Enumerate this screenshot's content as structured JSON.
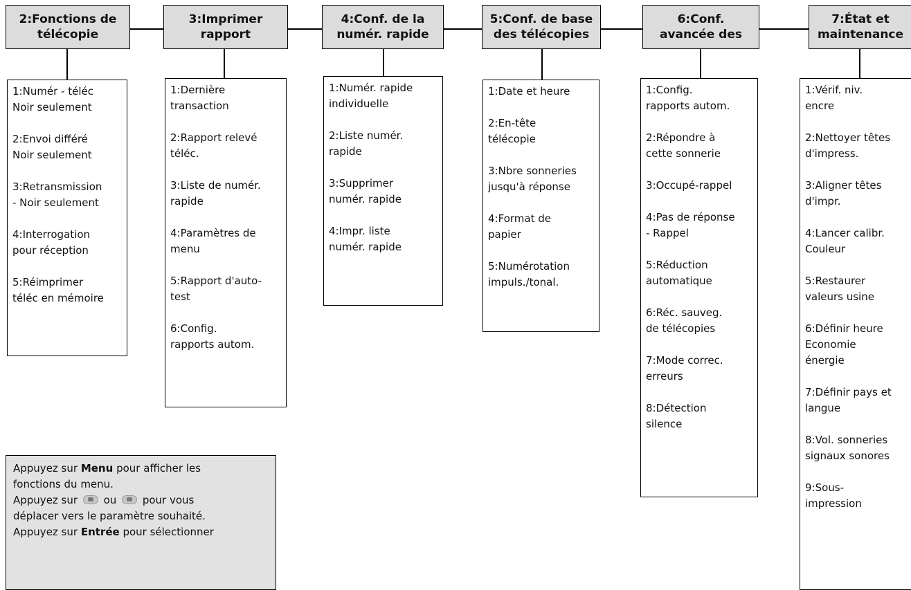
{
  "columns": [
    {
      "header": [
        "2:Fonctions de",
        "télécopie"
      ],
      "items": [
        "1:Numér - téléc\nNoir seulement",
        "2:Envoi différé\nNoir seulement",
        "3:Retransmission\n- Noir seulement",
        "4:Interrogation\npour réception",
        "5:Réimprimer\ntéléc en mémoire"
      ]
    },
    {
      "header": [
        "3:Imprimer",
        "rapport"
      ],
      "items": [
        "1:Dernière\ntransaction",
        "2:Rapport relevé\ntéléc.",
        "3:Liste de numér.\nrapide",
        "4:Paramètres de\nmenu",
        "5:Rapport d'auto-\ntest",
        "6:Config.\nrapports autom."
      ]
    },
    {
      "header": [
        "4:Conf. de la",
        "numér. rapide"
      ],
      "items": [
        "1:Numér. rapide\nindividuelle",
        "2:Liste numér.\nrapide",
        "3:Supprimer\nnumér. rapide",
        "4:Impr. liste\nnumér. rapide"
      ]
    },
    {
      "header": [
        "5:Conf. de base",
        "des télécopies"
      ],
      "items": [
        "1:Date et heure",
        "2:En-tête\ntélécopie",
        "3:Nbre sonneries\njusqu'à réponse",
        "4:Format de\npapier",
        "5:Numérotation\nimpuls./tonal."
      ]
    },
    {
      "header": [
        "6:Conf.",
        "avancée des"
      ],
      "items": [
        "1:Config.\nrapports autom.",
        "2:Répondre à\ncette sonnerie",
        "3:Occupé-rappel",
        "4:Pas de réponse\n- Rappel",
        "5:Réduction\nautomatique",
        "6:Réc. sauveg.\nde télécopies",
        "7:Mode correc.\nerreurs",
        "8:Détection\nsilence"
      ]
    },
    {
      "header": [
        "7:État et",
        "maintenance"
      ],
      "items": [
        "1:Vérif. niv.\nencre",
        "2:Nettoyer têtes\nd'impress.",
        "3:Aligner têtes\nd'impr.",
        "4:Lancer calibr.\nCouleur",
        "5:Restaurer\nvaleurs usine",
        "6:Définir heure\nEconomie\nénergie",
        "7:Définir pays et\nlangue",
        "8:Vol. sonneries\nsignaux sonores",
        "9:Sous-\nimpression"
      ]
    }
  ],
  "note": {
    "l1_pre": "Appuyez sur ",
    "l1_bold": "Menu",
    "l1_post": " pour afficher les",
    "l2": "fonctions du menu.",
    "l3_pre": "Appuyez sur ",
    "l3_mid": " ou ",
    "l3_post": " pour vous",
    "l4": "déplacer vers le paramètre souhaité.",
    "l5_pre": "Appuyez sur ",
    "l5_bold": "Entrée",
    "l5_post": " pour sélectionner",
    "left_arrow_icon": "left-arrow-button-icon",
    "right_arrow_icon": "right-arrow-button-icon"
  }
}
